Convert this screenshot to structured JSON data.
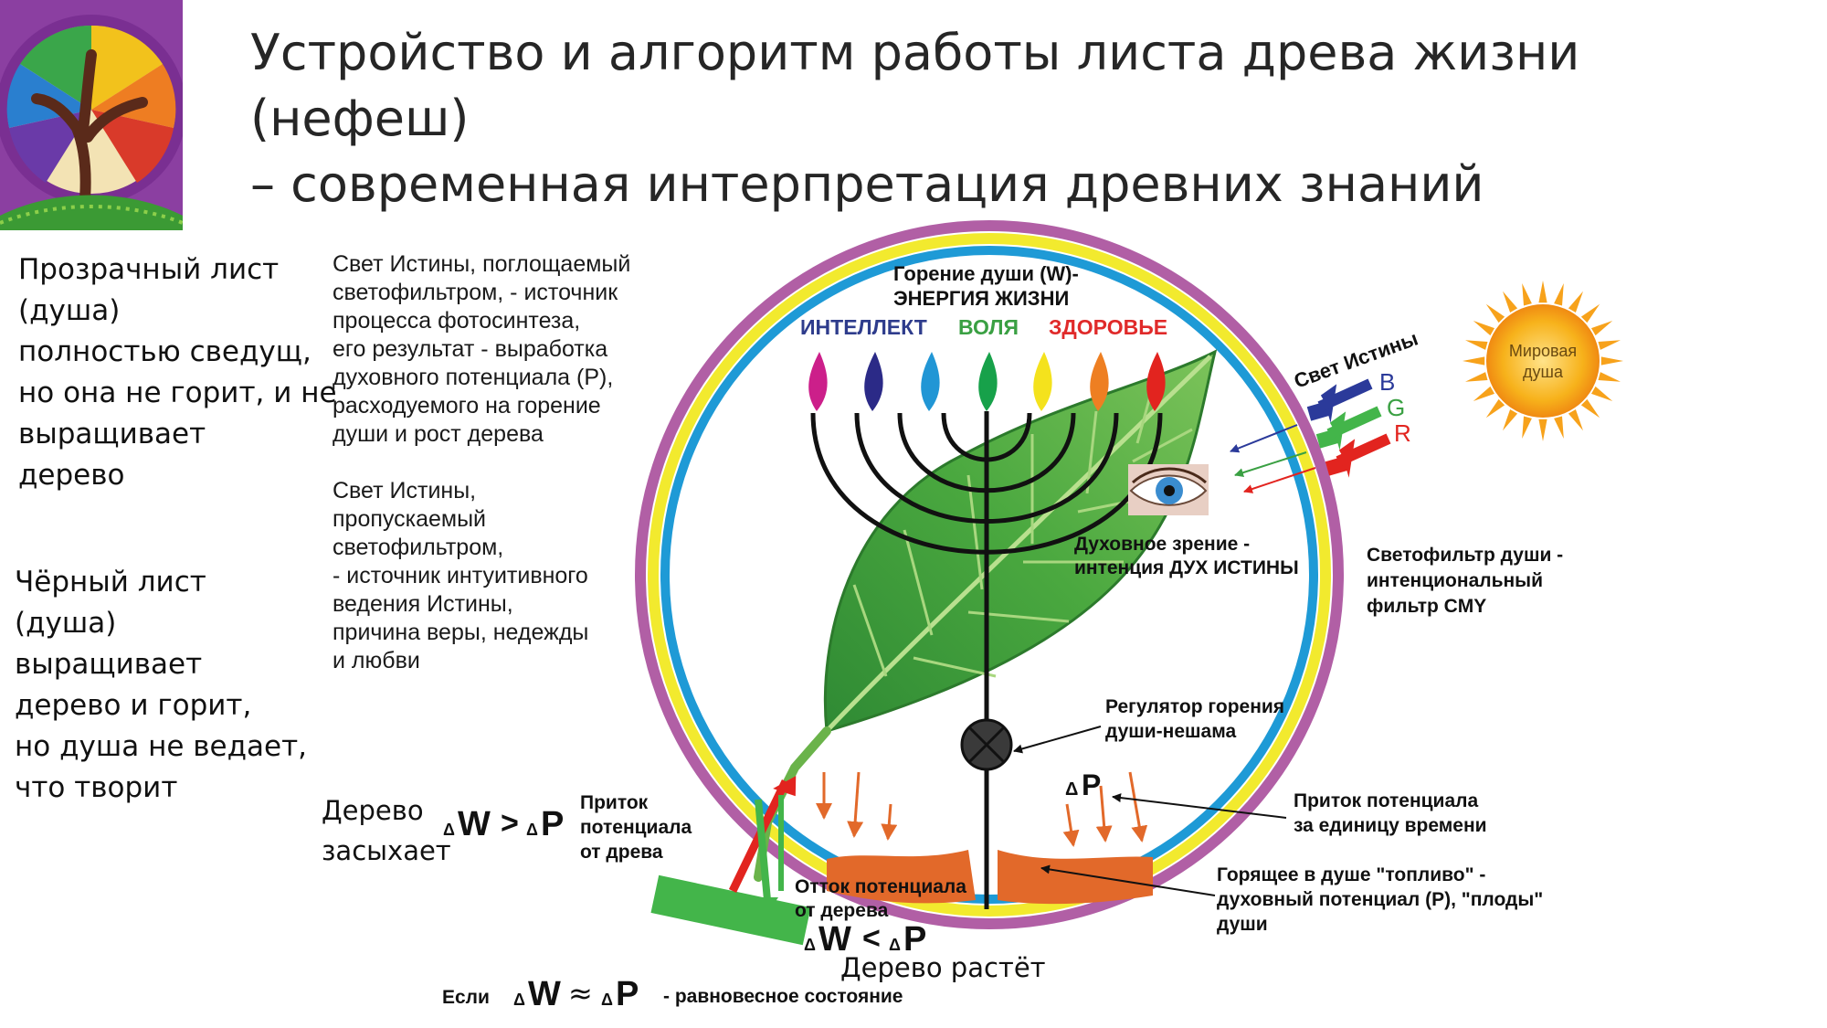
{
  "slide": {
    "title_line1": "Устройство и алгоритм работы листа древа жизни (нефеш)",
    "title_line2": "– современная интерпретация древних знаний"
  },
  "left_notes": {
    "transparent_leaf": [
      "Прозрачный лист",
      "(душа)",
      "полностью сведущ,",
      "но она не горит, и не",
      "выращивает",
      "дерево"
    ],
    "black_leaf": [
      "Чёрный лист",
      "(душа)",
      "выращивает",
      "дерево и горит,",
      "но душа не ведает,",
      "что творит"
    ]
  },
  "middle_notes": {
    "absorbed_light": [
      "Свет Истины, поглощаемый",
      "светофильтром, - источник",
      "процесса фотосинтеза,",
      "его результат - выработка",
      "духовного потенциала (Р),",
      "расходуемого на горение",
      "души и рост дерева"
    ],
    "passed_light": [
      "Свет Истины,",
      "пропускаемый",
      "светофильтром,",
      "- источник интуитивного",
      "ведения Истины,",
      "причина веры, недежды",
      "и любви"
    ]
  },
  "diagram": {
    "burning_title_1": "Горение души (W)-",
    "burning_title_2": "ЭНЕРГИЯ ЖИЗНИ",
    "intellect": "ИНТЕЛЛЕКТ",
    "will": "ВОЛЯ",
    "health": "ЗДОРОВЬЕ",
    "sun_label_1": "Мировая",
    "sun_label_2": "душа",
    "truth_light": "Свет Истины",
    "rgb": [
      "B",
      "G",
      "R"
    ],
    "spiritual_vision_1": "Духовное зрение -",
    "spiritual_vision_2": "интенция ДУХ ИСТИНЫ",
    "filter_1": "Светофильтр души -",
    "filter_2": "интенциональный",
    "filter_3": "фильтр CMY",
    "regulator_1": "Регулятор горения",
    "regulator_2": "души-нешама",
    "delta_p": "P",
    "inflow_time_1": "Приток потенциала",
    "inflow_time_2": "за единицу времени",
    "fuel_1": "Горящее в душе \"топливо\" -",
    "fuel_2": "духовный потенциал (Р), \"плоды\"",
    "fuel_3": "души",
    "tree_dries_1": "Дерево",
    "tree_dries_2": "засыхает",
    "formula_dry_w": "W",
    "formula_dry_op": ">",
    "formula_dry_p": "P",
    "inflow_tree_1": "Приток",
    "inflow_tree_2": "потенциала",
    "inflow_tree_3": "от древа",
    "outflow_1": "Отток потенциала",
    "outflow_2": "от дерева",
    "formula_grow_w": "W",
    "formula_grow_op": "<",
    "formula_grow_p": "P",
    "tree_grows": "Дерево растёт",
    "if_label": "Если",
    "formula_eq_w": "W",
    "formula_eq_op": "≈",
    "formula_eq_p": "P",
    "equilibrium": "- равновесное состояние",
    "delta": "Δ"
  },
  "colors": {
    "outer_ring": "#b15fa5",
    "yellow_ring": "#f2ea2e",
    "blue_ring": "#1e9ad6",
    "leaf": "#3d9a3a",
    "fuel": "#e2692a",
    "sun": "#f7a21b",
    "flames": [
      "#cc1f8a",
      "#2b2a87",
      "#2196d5",
      "#17a14a",
      "#f4e21d",
      "#ee7f22",
      "#e2241f"
    ],
    "intellect_text": "#2e3c8c",
    "will_text": "#3aa043",
    "health_text": "#e02a2a"
  }
}
